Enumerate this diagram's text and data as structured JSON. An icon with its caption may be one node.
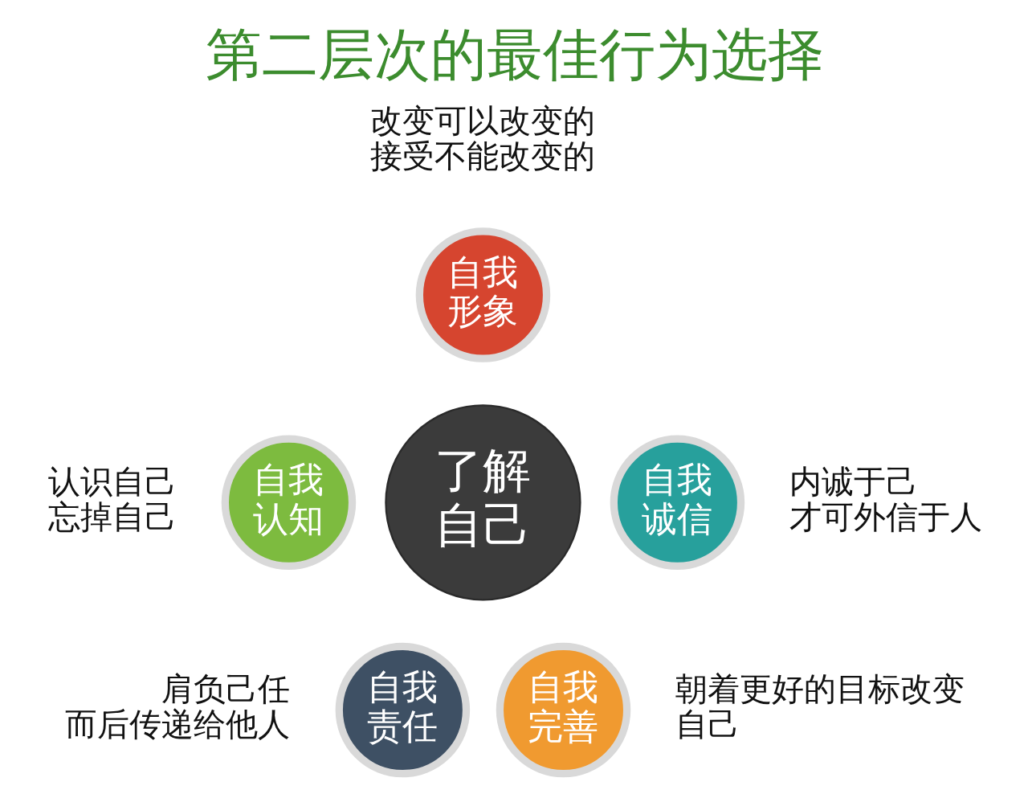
{
  "diagram": {
    "title": "第二层次的最佳行为选择",
    "nodes": [
      {
        "text": [
          "自我形象"
        ],
        "beside": [
          "改变可以改变的",
          "接受不能改变的"
        ]
      },
      {
        "text": [
          "自我认知"
        ],
        "beside": [
          "认识自己",
          "忘掉自己"
        ]
      },
      {
        "text": [
          "自我诚信"
        ],
        "beside": [
          "内诚于己",
          "才可外信于人"
        ]
      },
      {
        "text": [
          "了解自己"
        ]
      },
      {
        "text": [
          "自我责任"
        ],
        "beside": [
          "肩负己任",
          "而后传递给他人"
        ]
      },
      {
        "text": [
          "自我完善"
        ],
        "beside": [
          "朝着更好的目标改变自己"
        ]
      }
    ]
  }
}
